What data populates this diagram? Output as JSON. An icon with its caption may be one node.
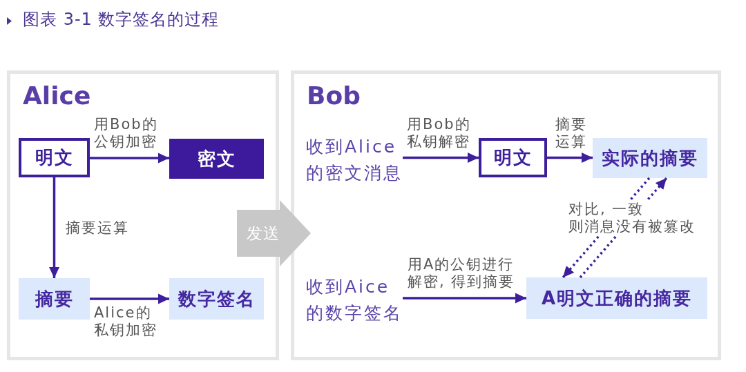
{
  "diagram": {
    "title": "图表 3-1 数字签名的过程",
    "nodes": [
      {
        "text": [
          "Alice"
        ]
      },
      {
        "text": [
          "明文"
        ],
        "in": 0
      },
      {
        "text": [
          "密文"
        ],
        "in": 0
      },
      {
        "text": [
          "摘要"
        ],
        "in": 0
      },
      {
        "text": [
          "数字签名"
        ],
        "in": 0
      },
      {
        "text": [
          "Bob"
        ]
      },
      {
        "text": [
          "收到Alice的密文消息"
        ],
        "in": 5
      },
      {
        "text": [
          "明文"
        ],
        "in": 5
      },
      {
        "text": [
          "实际的摘要"
        ],
        "in": 5
      },
      {
        "text": [
          "收到Aice的数字签名"
        ],
        "in": 5
      },
      {
        "text": [
          "A明文正确的摘要"
        ],
        "in": 5
      }
    ],
    "edges": [
      {
        "from": 1,
        "to": 2,
        "arrow": "to",
        "label": "用Bob的公钥加密"
      },
      {
        "from": 1,
        "to": 3,
        "arrow": "to",
        "label": "摘要运算"
      },
      {
        "from": 3,
        "to": 4,
        "arrow": "to",
        "label": "Alice的私钥加密"
      },
      {
        "from": 0,
        "to": 5,
        "arrow": "to",
        "label": "发送",
        "style": "thick",
        "color": "#c8c8c8"
      },
      {
        "from": 6,
        "to": 7,
        "arrow": "to",
        "label": "用Bob的私钥解密"
      },
      {
        "from": 7,
        "to": 8,
        "arrow": "to",
        "label": "摘要运算"
      },
      {
        "from": 8,
        "to": 10,
        "arrow": "to",
        "label": "对比, 一致则消息没有被篡改",
        "style": "dashed"
      },
      {
        "from": 10,
        "to": 8,
        "arrow": "to",
        "style": "dashed"
      },
      {
        "from": 9,
        "to": 10,
        "arrow": "to",
        "label": "用A的公钥进行解密, 得到摘要"
      }
    ]
  }
}
